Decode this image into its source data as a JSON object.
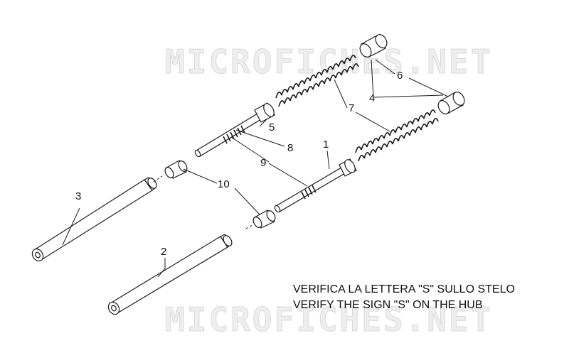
{
  "watermark": {
    "top": "MICROFICHES.NET",
    "bottom": "MICROFICHES.NET"
  },
  "callouts": {
    "c1": "1",
    "c2": "2",
    "c3": "3",
    "c4": "4",
    "c5": "5",
    "c6": "6",
    "c7": "7",
    "c8": "8",
    "c9": "9",
    "c10": "10"
  },
  "note": {
    "line1": "VERIFICA LA LETTERA \"S\" SULLO STELO",
    "line2": "VERIFY THE SIGN \"S\" ON THE HUB"
  }
}
